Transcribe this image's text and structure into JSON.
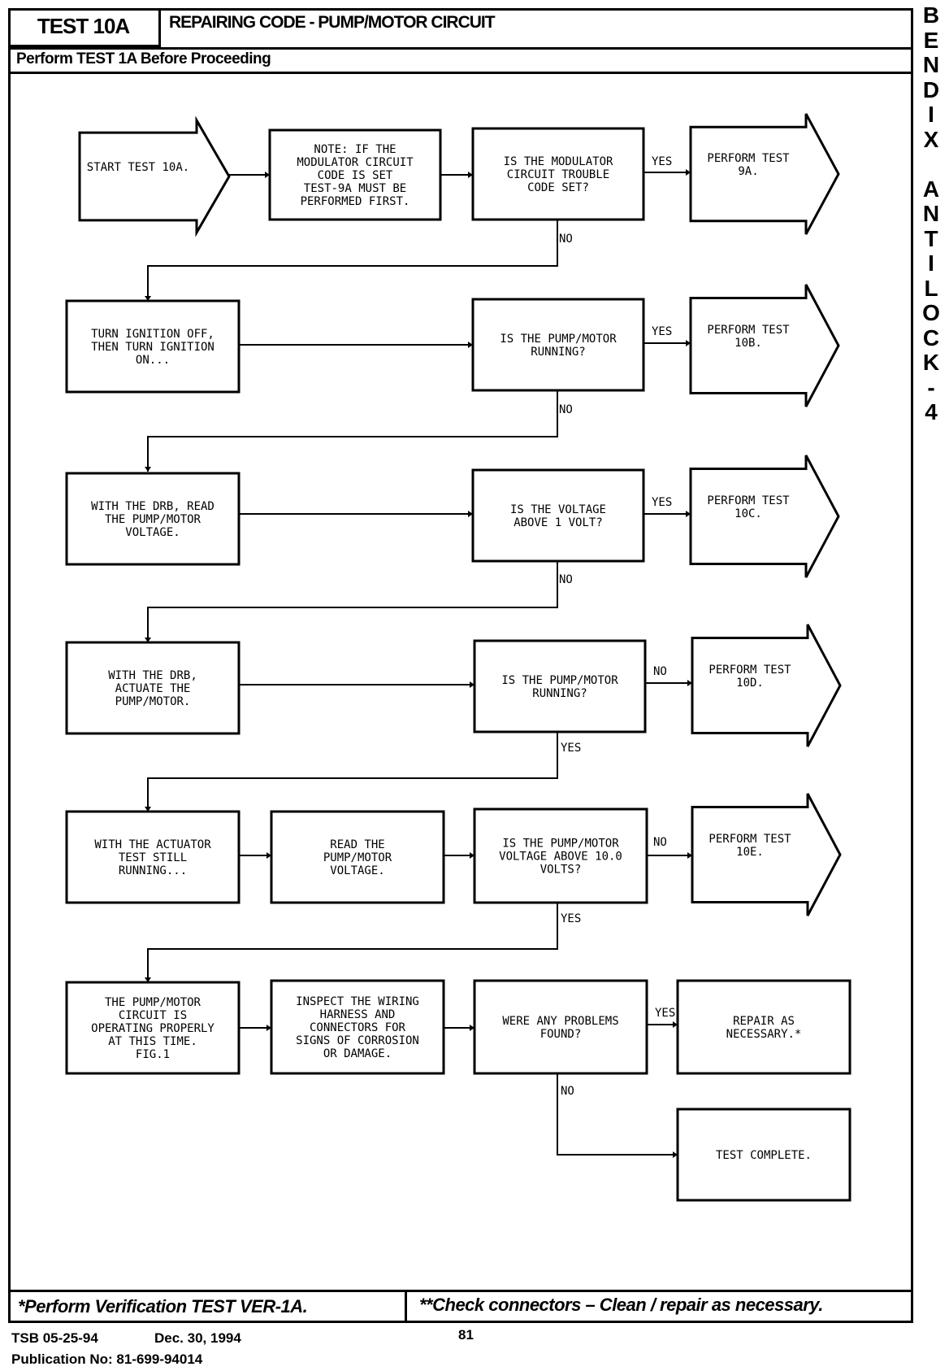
{
  "header": {
    "test_id": "TEST 10A",
    "title": "REPAIRING CODE - PUMP/MOTOR CIRCUIT",
    "subtitle": "Perform TEST 1A Before Proceeding"
  },
  "side_label": [
    "B",
    "E",
    "N",
    "D",
    "I",
    "X",
    "",
    "A",
    "N",
    "T",
    "I",
    "L",
    "O",
    "C",
    "K",
    "-",
    "4"
  ],
  "flow": {
    "start": [
      "START TEST 10A."
    ],
    "note": [
      "NOTE:  IF THE",
      "MODULATOR CIRCUIT",
      "CODE IS SET",
      "TEST-9A MUST BE",
      "PERFORMED FIRST."
    ],
    "q1": [
      "IS THE MODULATOR",
      "CIRCUIT TROUBLE",
      "CODE SET?"
    ],
    "r1": [
      "PERFORM TEST",
      "9A."
    ],
    "s2": [
      "TURN IGNITION OFF,",
      "THEN TURN IGNITION",
      "ON..."
    ],
    "q2": [
      "IS THE PUMP/MOTOR",
      "RUNNING?"
    ],
    "r2": [
      "PERFORM TEST",
      "10B."
    ],
    "s3": [
      "WITH THE DRB, READ",
      "THE PUMP/MOTOR",
      "VOLTAGE."
    ],
    "q3": [
      "IS THE VOLTAGE",
      "ABOVE 1 VOLT?"
    ],
    "r3": [
      "PERFORM TEST",
      "10C."
    ],
    "s4": [
      "WITH THE DRB,",
      "ACTUATE THE",
      "PUMP/MOTOR."
    ],
    "q4": [
      "IS THE PUMP/MOTOR",
      "RUNNING?"
    ],
    "r4": [
      "PERFORM TEST",
      "10D."
    ],
    "s5": [
      "WITH THE ACTUATOR",
      "TEST STILL",
      "RUNNING..."
    ],
    "s5b": [
      "READ THE",
      "PUMP/MOTOR",
      "VOLTAGE."
    ],
    "q5": [
      "IS THE PUMP/MOTOR",
      "VOLTAGE ABOVE 10.0",
      "VOLTS?"
    ],
    "r5": [
      "PERFORM TEST",
      "10E."
    ],
    "s6": [
      "THE PUMP/MOTOR",
      "CIRCUIT IS",
      "OPERATING PROPERLY",
      "AT THIS TIME.",
      "FIG.1"
    ],
    "s6b": [
      "INSPECT THE WIRING",
      "HARNESS AND",
      "CONNECTORS FOR",
      "SIGNS OF CORROSION",
      "OR DAMAGE."
    ],
    "q6": [
      "WERE ANY PROBLEMS",
      "FOUND?"
    ],
    "r6": [
      "REPAIR AS",
      "NECESSARY.*"
    ],
    "end": [
      "TEST COMPLETE."
    ],
    "labels": {
      "yes": "YES",
      "no": "NO"
    }
  },
  "footer": {
    "left": "*Perform Verification TEST VER-1A.",
    "right": "**Check connectors – Clean / repair as necessary."
  },
  "bottom": {
    "tsb": "TSB 05-25-94",
    "date": "Dec. 30, 1994",
    "page": "81",
    "publication": "Publication No:  81-699-94014"
  }
}
